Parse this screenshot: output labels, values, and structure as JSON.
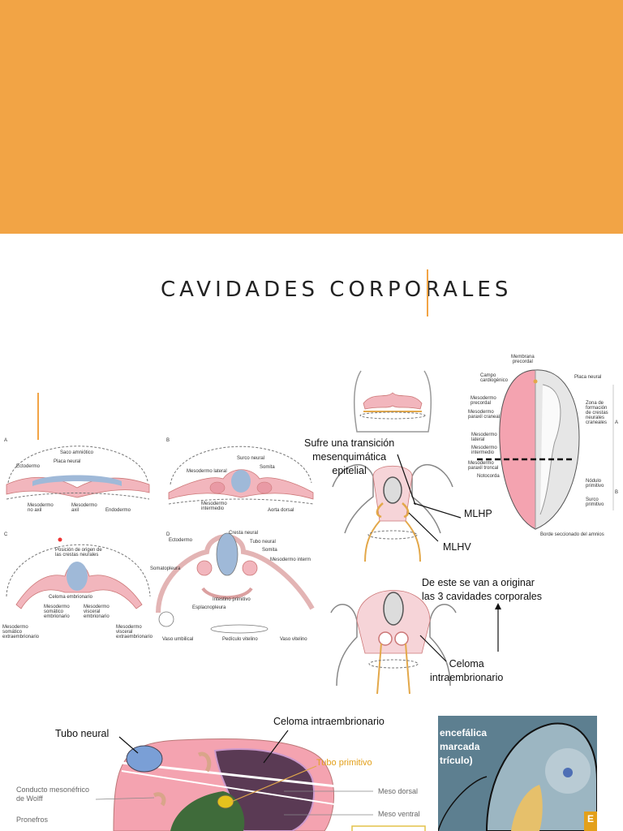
{
  "colors": {
    "banner": "#f2a445",
    "accent": "#f2a445",
    "text": "#222222",
    "tissue_pink": "#f2b6bd",
    "mesoderm_blue": "#9fb9d8"
  },
  "slide": {
    "title": "CAVIDADES CORPORALES"
  },
  "fig1": {
    "panel_a": "A",
    "panel_b": "B",
    "panel_c": "C",
    "panel_d": "D",
    "a_saco": "Saco amniótico",
    "a_placa": "Placa neural",
    "a_ecto": "Ectodermo",
    "a_meso_no_axil": "Mesodermo\nno axil",
    "a_meso_axil": "Mesodermo\naxil",
    "a_endo": "Endodermo",
    "b_surco": "Surco neural",
    "b_somita": "Somita",
    "b_meso_lat": "Mesodermo lateral",
    "b_meso_int": "Mesodermo\nintermedio",
    "b_aorta": "Aorta dorsal",
    "c_posicion": "Posición de origen de\nlas crestas neurales",
    "c_celoma": "Celoma embrionario",
    "c_meso_som": "Mesodermo\nsomático\nembrionario",
    "c_meso_visc": "Mesodermo\nvisceral\nembrionario",
    "c_meso_som_ext": "Mesodermo\nsomático\nextraembrionario",
    "c_meso_visc_ext": "Mesodermo\nvisceral\nextraembrionario",
    "d_ecto": "Ectodermo",
    "d_cresta": "Cresta neural",
    "d_tubo": "Tubo neural",
    "d_somita": "Somita",
    "d_meso_interm": "Mesodermo interm",
    "d_somato": "Somatopleura",
    "d_intestino": "Intestino primitivo",
    "d_esplacno": "Esplacnopleura",
    "d_vaso_umb": "Vaso umbilical",
    "d_pediculo": "Pedículo vitelino",
    "d_vaso_vit": "Vaso vitelino"
  },
  "fig2": {
    "note": "Sufre una transición\nmesenquimática\nepitelial",
    "mlhp": "MLHP",
    "mlhv": "MLHV"
  },
  "fig3": {
    "membrana": "Membrana\nprecordal",
    "campo": "Campo\ncardiogénico",
    "meso_precordal": "Mesodermo\nprecordal",
    "meso_paraxil_craneal": "Mesodermo\nparaxil craneal",
    "meso_lateral": "Mesodermo\nlateral",
    "meso_intermedio": "Mesodermo\nintermedio",
    "meso_paraxil_troncal": "Mesodermo\nparaxil troncal",
    "notocorda": "Notocorda",
    "placa_neural": "Placa neural",
    "zona": "Zona de\nformación\nde crestas\nneurales\ncraneales",
    "nodulo": "Nódulo\nprimitivo",
    "surco": "Surco\nprimitivo",
    "borde": "Borde seccionado del amnios",
    "side_a": "A",
    "side_b": "B"
  },
  "fig4": {
    "note": "De este se van a originar\nlas 3 cavidades corporales",
    "celoma": "Celoma\nintraembrionario"
  },
  "fig5": {
    "celoma": "Celoma intraembrionario",
    "tubo_neural": "Tubo neural",
    "tubo_primitivo": "Tubo primitivo",
    "conducto": "Conducto mesonéfrico\nde Wolff",
    "pronefros": "Pronefros",
    "meso_dorsal": "Meso dorsal",
    "meso_ventral": "Meso ventral"
  },
  "fig6": {
    "label": "encefálica\nmarcada\ntrículo)",
    "corner": "E"
  }
}
